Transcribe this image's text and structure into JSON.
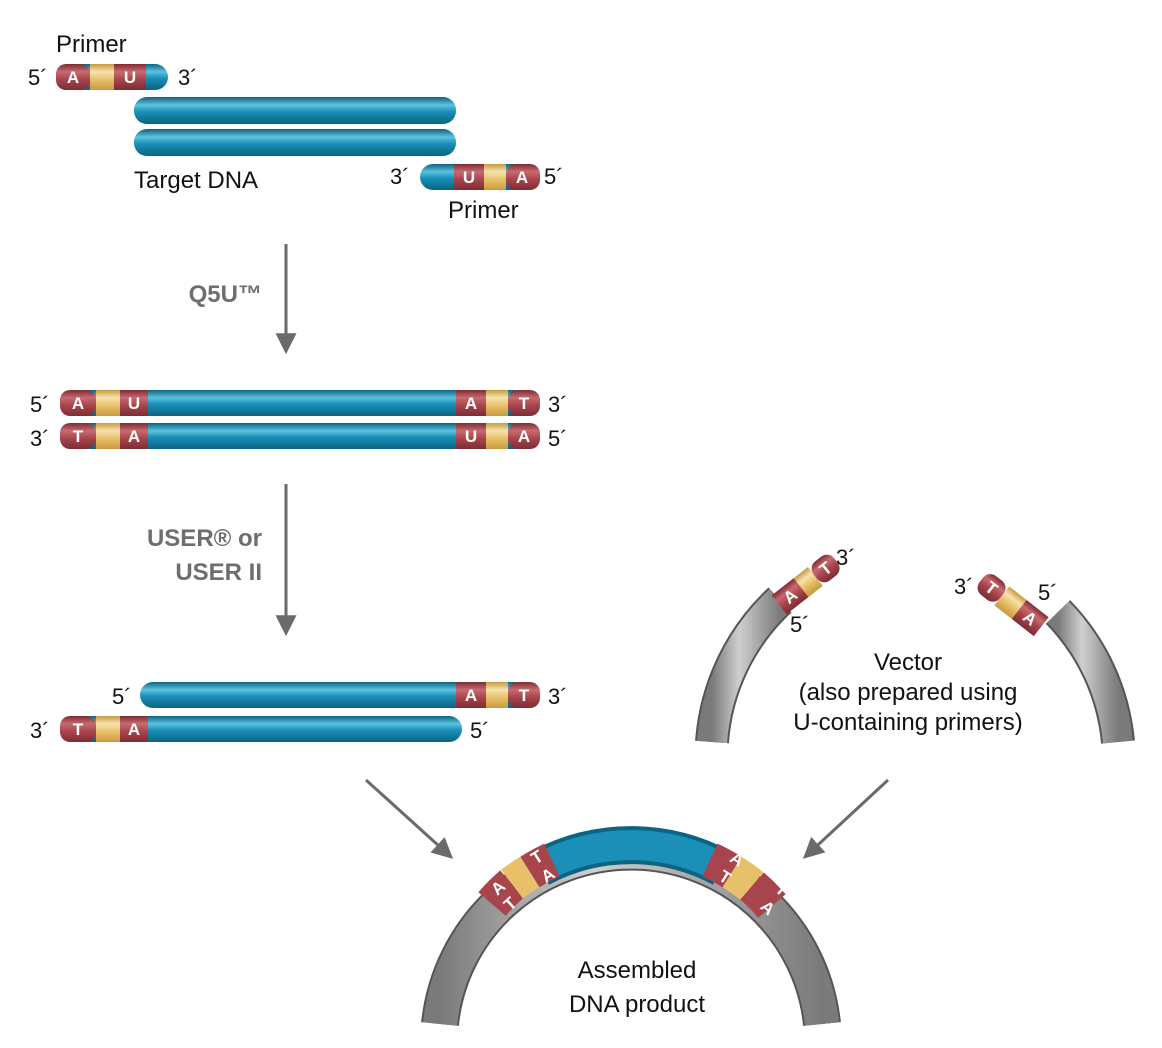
{
  "colors": {
    "dna": "#1a8fb7",
    "dna_light": "#5cc2de",
    "dna_dark": "#0b6482",
    "base_red": "#a8444c",
    "base_red_light": "#c76b70",
    "base_yellow": "#e7c069",
    "base_yellow_light": "#f5e2b0",
    "vector": "#8d8d8d",
    "vector_light": "#c9c9c9",
    "arrow": "#6a6a6a",
    "step_text": "#6e6e6e"
  },
  "stage1": {
    "top_primer": {
      "label": "Primer",
      "end5": "5´",
      "end3": "3´",
      "base1": "A",
      "base2": "U"
    },
    "target_label": "Target DNA",
    "bottom_primer": {
      "label": "Primer",
      "end3": "3´",
      "end5": "5´",
      "base1": "U",
      "base2": "A"
    }
  },
  "step1": {
    "label": "Q5U™"
  },
  "stage2": {
    "top": {
      "end_left": "5´",
      "end_right": "3´",
      "bases_left": [
        "A",
        "U"
      ],
      "bases_right": [
        "A",
        "T"
      ]
    },
    "bottom": {
      "end_left": "3´",
      "end_right": "5´",
      "bases_left": [
        "T",
        "A"
      ],
      "bases_right": [
        "U",
        "A"
      ]
    }
  },
  "step2": {
    "label_line1": "USER® or",
    "label_line2": "USER II"
  },
  "stage3": {
    "top": {
      "end_left": "5´",
      "end_right": "3´",
      "bases_right": [
        "A",
        "T"
      ]
    },
    "bottom": {
      "end_left": "3´",
      "end_right": "5´",
      "bases_left": [
        "T",
        "A"
      ]
    }
  },
  "vector": {
    "label_line1": "Vector",
    "label_line2": "(also prepared using",
    "label_line3": "U-containing primers)",
    "left_overhang": {
      "end_outer": "3´",
      "end_inner": "5´",
      "bases": [
        "A",
        "T"
      ]
    },
    "right_overhang": {
      "end_outer": "3´",
      "end_inner": "5´",
      "bases": [
        "T",
        "A"
      ]
    }
  },
  "product": {
    "label_line1": "Assembled",
    "label_line2": "DNA product",
    "left_junction": [
      "A",
      "T",
      "T",
      "A"
    ],
    "right_junction": [
      "A",
      "T",
      "T",
      "A"
    ]
  }
}
